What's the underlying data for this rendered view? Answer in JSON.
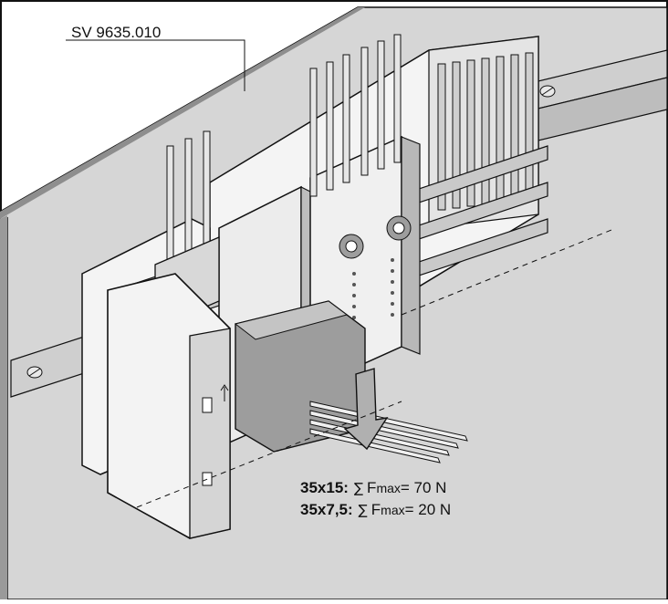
{
  "diagram": {
    "part_number": "SV 9635.010",
    "load_limits": [
      {
        "size": "35x15:",
        "symbol": "∑",
        "label": "F",
        "sub": "max",
        "value": "= 70 N"
      },
      {
        "size": "35x7,5:",
        "symbol": "∑",
        "label": "F",
        "sub": "max",
        "value": "= 20 N"
      }
    ],
    "colors": {
      "panel": "#d4d4d4",
      "panel_shadow": "#8e8e8e",
      "rail": "#c9c9c9",
      "device_body": "#f2f2f2",
      "device_shade": "#a9a9a9",
      "arrow": "#b0b0b0",
      "outline": "#111111"
    }
  }
}
